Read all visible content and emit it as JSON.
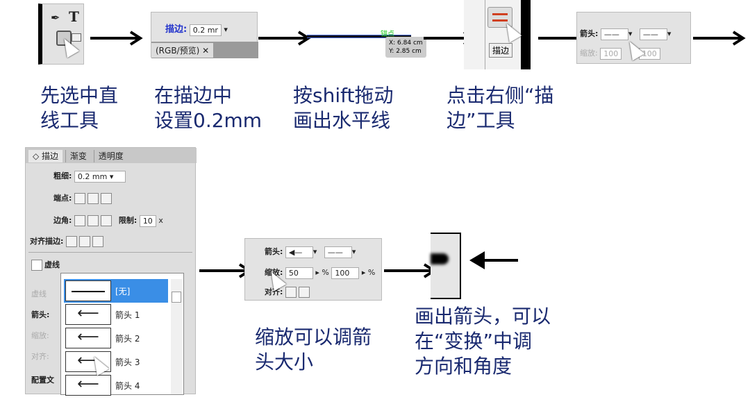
{
  "steps_top": [
    {
      "caption": "先选中直\n线工具"
    },
    {
      "caption": "在描边中\n设置0.2mm",
      "stroke_label": "描边:",
      "stroke_value": "0.2 mr",
      "doc_tab": "(RGB/预览)"
    },
    {
      "caption": "按shift拖动\n画出水平线",
      "anchor_label": "锚点",
      "x_readout": "X: 6.84 cm",
      "y_readout": "Y: 2.85 cm"
    },
    {
      "caption": "点击右侧“描\n边”工具",
      "tooltip": "描边"
    },
    {
      "arrow_label": "箭头:",
      "scale_label": "缩放:",
      "scale_values": [
        "100",
        "100"
      ]
    }
  ],
  "panel": {
    "tabs": [
      "描边",
      "渐变",
      "透明度"
    ],
    "weight_label": "粗细:",
    "weight_value": "0.2 mm",
    "cap_label": "端点:",
    "corner_label": "边角:",
    "limit_label": "限制:",
    "limit_value": "10",
    "limit_unit": "x",
    "align_label": "对齐描边:",
    "dashed_label": "虚线",
    "dash_label": "虚线",
    "arrow_label": "箭头:",
    "scale_label": "缩放:",
    "align2_label": "对齐:",
    "profile_label": "配置文",
    "arrow_options": [
      "[无]",
      "箭头 1",
      "箭头 2",
      "箭头 3",
      "箭头 4"
    ]
  },
  "step_scale": {
    "caption": "缩放可以调箭\n头大小",
    "arrow_label": "箭头:",
    "scale_label": "缩放:",
    "scale_start": "50",
    "scale_end": "100",
    "percent": "%",
    "align_label": "对齐:"
  },
  "step_result": {
    "caption": "画出箭头，可以\n在“变换”中调\n方向和角度"
  },
  "colors": {
    "caption": "#1a2a70",
    "highlight": "#3a8ee6",
    "stroke_icon": "#d04020"
  }
}
